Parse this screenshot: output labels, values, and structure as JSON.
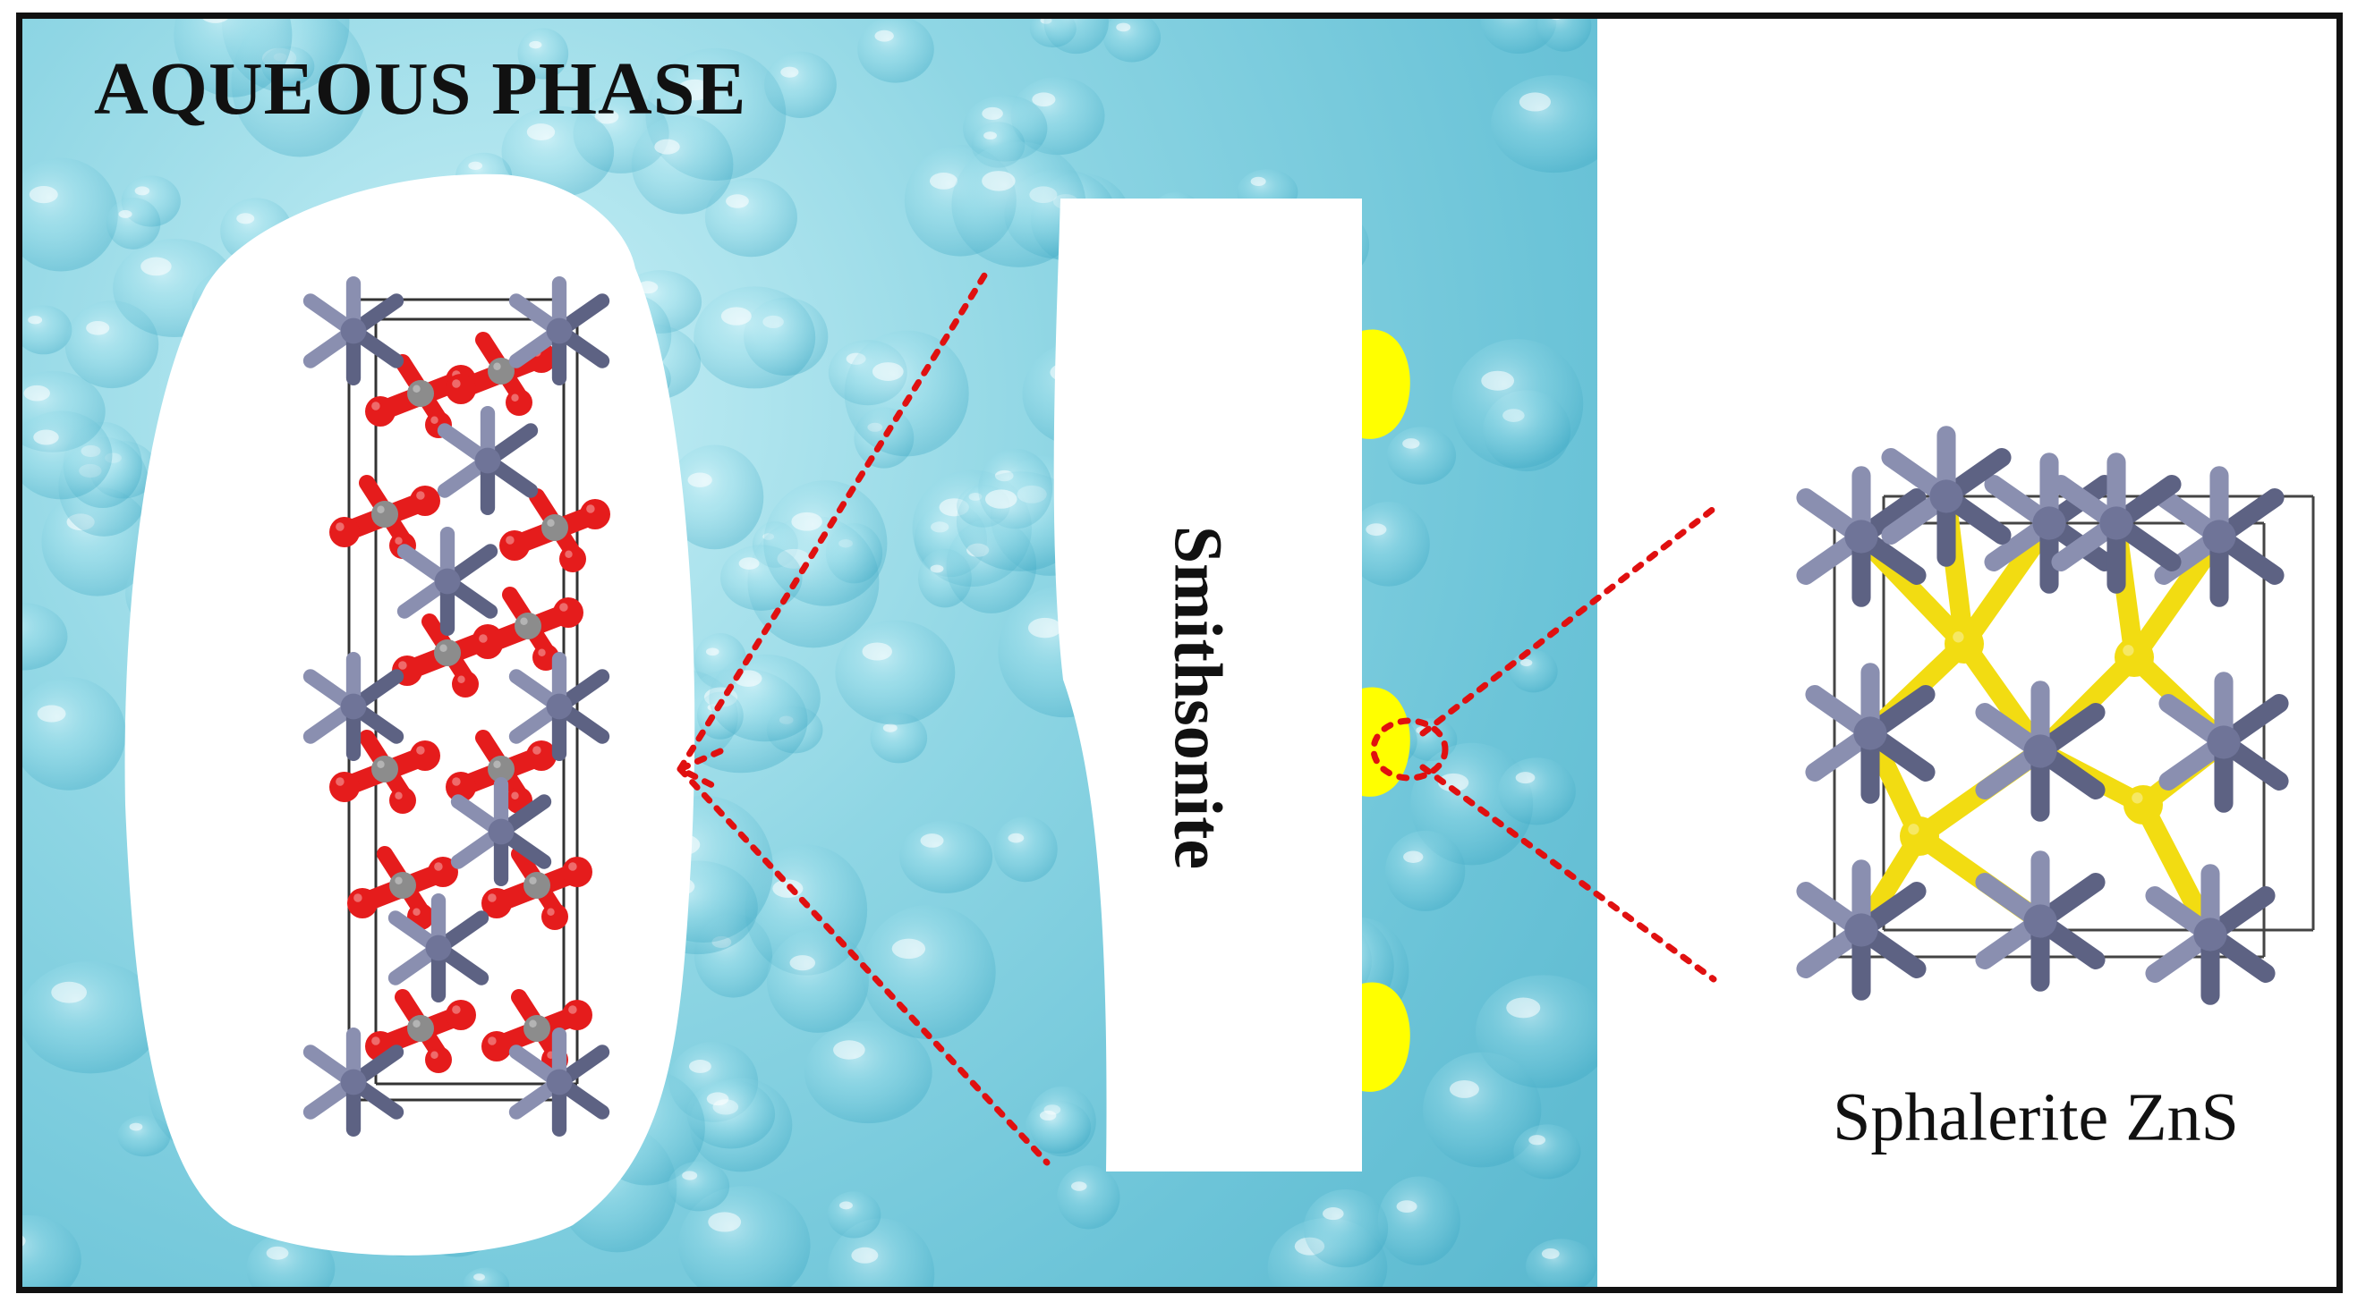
{
  "title": "AQUEOUS PHASE",
  "slab_label": "Smithsonite",
  "crystal_label": "Sphalerite ZnS",
  "colors": {
    "water": "#7ccfe0",
    "zinc": "#8a8fb0",
    "oxygen": "#e51c1c",
    "carbon": "#8c8c8c",
    "sulfur": "#f2dc12",
    "sulfide_patch": "#ffff00",
    "connector": "#e01010"
  }
}
